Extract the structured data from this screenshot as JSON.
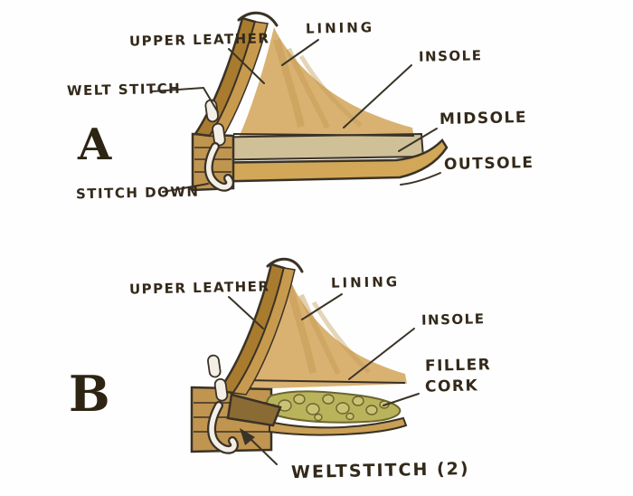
{
  "figure": {
    "background_color": "#fefefe",
    "ink_color": "#372d1c",
    "palette": {
      "leather_dark": "#a87b2e",
      "leather_mid": "#c89a4e",
      "lining_tan": "#d9b272",
      "midsole_gray": "#cfc098",
      "outsole_tan": "#d2a757",
      "heel_tan": "#c09550",
      "cork_green": "#b9b35c",
      "stitch_white": "#f3efe6"
    },
    "diagram_a": {
      "letter": "A",
      "labels": {
        "upper_leather": "UPPER LEATHER",
        "lining": "LINING",
        "insole": "INSOLE",
        "midsole": "MIDSOLE",
        "outsole": "OUTSOLE",
        "welt_stitch": "WELT STITCH",
        "stitch_down": "STITCH DOWN"
      }
    },
    "diagram_b": {
      "letter": "B",
      "labels": {
        "upper_leather": "UPPER LEATHER",
        "lining": "LINING",
        "insole": "INSOLE",
        "filler_line1": "FILLER",
        "filler_line2": "CORK",
        "welt_stitch_2": "WELTSTITCH (2)"
      }
    }
  }
}
